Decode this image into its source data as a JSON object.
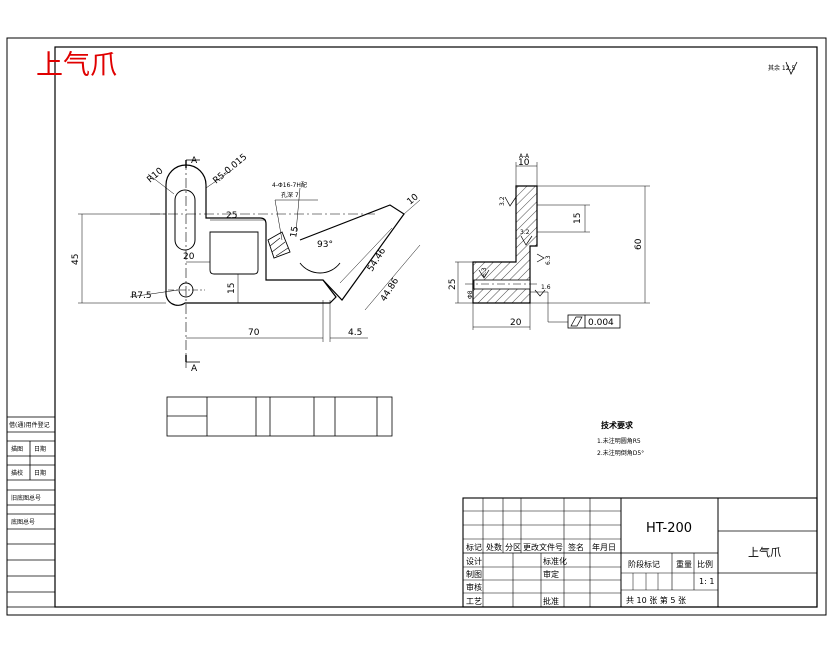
{
  "title": "上气爪",
  "roughness_note": "其余 12.5",
  "front_view": {
    "section_mark": "A",
    "dims": {
      "r10": "R10",
      "r5": "R5-0.015",
      "d25": "25",
      "d20": "20",
      "d45": "45",
      "d15": "15",
      "r75": "R7.5",
      "d70": "70",
      "d45b": "4.5",
      "d10": "10",
      "d15b": "15",
      "ang93": "93°",
      "d5446": "54.46",
      "d4486": "44.86"
    },
    "hole_note": "4-Φ16-7H配",
    "hole_note2": "孔深 7"
  },
  "section_view": {
    "label": "A-A",
    "dims": {
      "d10": "10",
      "r32a": "3.2",
      "d15": "15",
      "r32b": "3.2",
      "d60": "60",
      "d25": "25",
      "d63": "6.3",
      "d8": "Φ8",
      "r63": "6.3",
      "r16": "1.6",
      "d20": "20"
    },
    "tolerance_value": "0.004"
  },
  "tech_requirements": {
    "heading": "技术要求",
    "items": [
      "1.未注明圆角R5",
      "2.未注明倒角D5°"
    ]
  },
  "side_table": [
    "借(通)用件登记",
    "描图",
    "日期",
    "描校",
    "日期",
    "旧底图总号",
    "底图总号"
  ],
  "title_block": {
    "drawing_no": "HT-200",
    "part_name": "上气爪",
    "headers": [
      "标记",
      "处数",
      "分区",
      "更改文件号",
      "签名",
      "年月日"
    ],
    "left_rows": [
      "设计",
      "制图",
      "审核",
      "工艺"
    ],
    "std_label": "标准化",
    "approve_label": "审定",
    "ratify_label": "批准",
    "stage_label": "阶段标记",
    "weight_label": "重量",
    "scale_label": "比例",
    "scale_value": "1: 1",
    "sheets": "共 10 张  第 5 张"
  }
}
